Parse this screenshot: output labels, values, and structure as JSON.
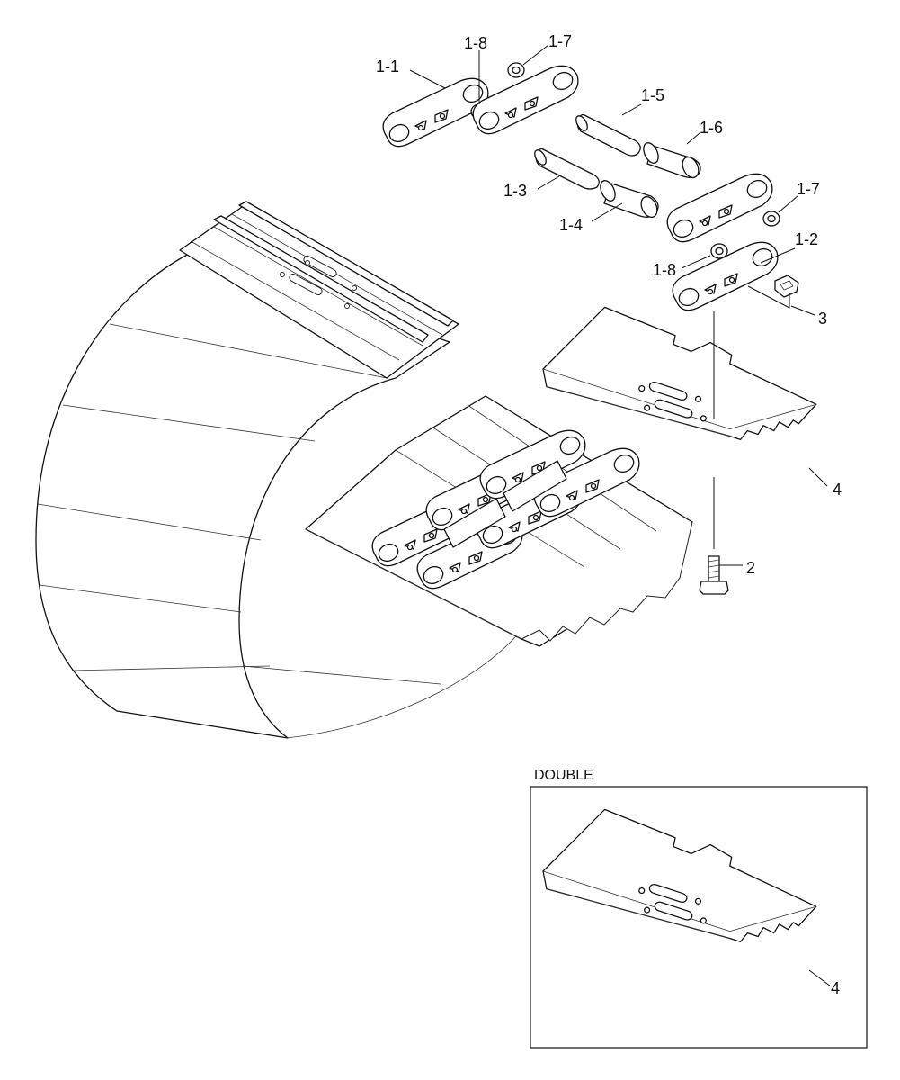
{
  "callouts": {
    "c_1_1": "1-1",
    "c_1_8_top": "1-8",
    "c_1_7_top": "1-7",
    "c_1_5": "1-5",
    "c_1_6": "1-6",
    "c_1_3": "1-3",
    "c_1_4": "1-4",
    "c_1_7_right": "1-7",
    "c_1_2": "1-2",
    "c_1_8_mid": "1-8",
    "c_3": "3",
    "c_4": "4",
    "c_2": "2"
  },
  "inset": {
    "title": "DOUBLE",
    "callout": "4"
  },
  "colors": {
    "line": "#111111",
    "background": "#ffffff"
  }
}
